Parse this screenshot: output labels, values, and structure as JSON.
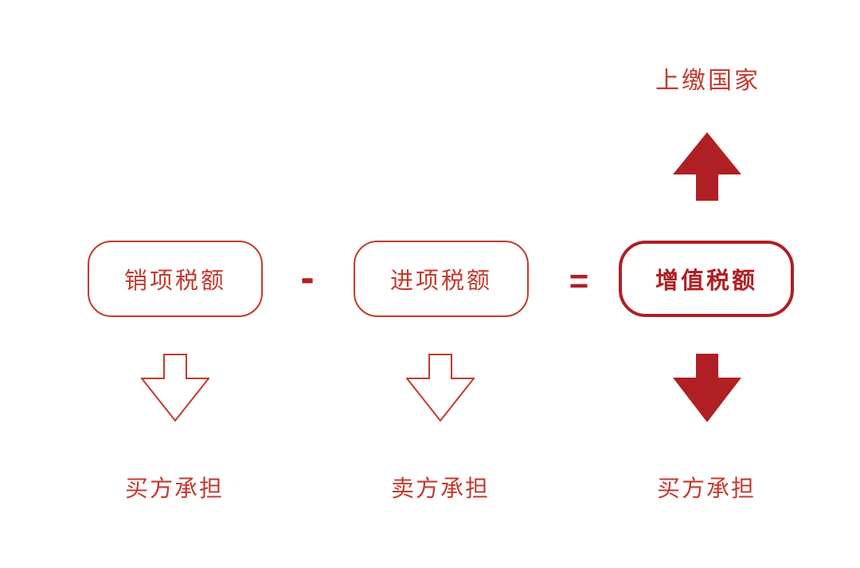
{
  "colors": {
    "background": "#ffffff",
    "outline-red": "#c43a2e",
    "dark-red": "#b01f23"
  },
  "top_annotation": {
    "label": "上缴国家"
  },
  "equation": {
    "term1": "销项税额",
    "minus": "-",
    "term2": "进项税额",
    "equals": "=",
    "result": "增值税额"
  },
  "bottom_labels": {
    "term1": "买方承担",
    "term2": "卖方承担",
    "result": "买方承担"
  },
  "icons": {
    "up_arrow": "solid-up-arrow",
    "down_arrow_term1": "outline-down-arrow",
    "down_arrow_term2": "outline-down-arrow",
    "down_arrow_result": "solid-down-arrow"
  }
}
